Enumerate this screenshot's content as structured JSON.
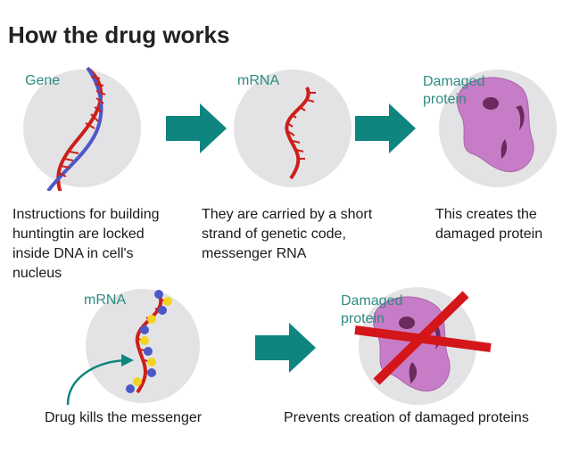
{
  "title": "How the drug works",
  "colors": {
    "circle": "#e3e3e5",
    "arrow": "#0f8580",
    "label": "#2e8b82",
    "dna_red": "#cc1f1a",
    "dna_blue": "#4c57c8",
    "protein": "#c77cc7",
    "protein_dark": "#6b2a5c",
    "cross": "#d4161a",
    "drug_dot_blue": "#4c57c8",
    "drug_dot_yellow": "#f2d41f"
  },
  "steps": {
    "gene": {
      "label": "Gene",
      "caption": "Instructions for building\nhuntingtin are locked\ninside DNA in cell's\nnucleus"
    },
    "mrna": {
      "label": "mRNA",
      "caption": "They are carried by a short\nstrand of genetic code,\nmessenger RNA"
    },
    "protein": {
      "label": "Damaged\nprotein",
      "caption": "This creates the\ndamaged protein"
    },
    "drug": {
      "label": "mRNA",
      "caption": "Drug kills the messenger"
    },
    "prevent": {
      "label": "Damaged\nprotein",
      "caption": "Prevents creation of damaged proteins"
    }
  }
}
